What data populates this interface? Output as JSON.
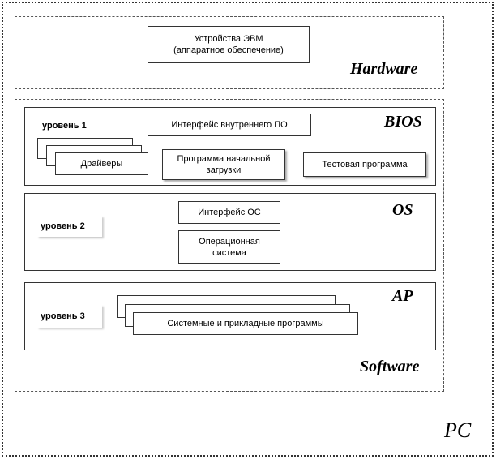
{
  "pc_label": "PC",
  "hardware": {
    "title": "Hardware",
    "device_box": "Устройства ЭВМ\n(аппаратное обеспечение)"
  },
  "software": {
    "title": "Software",
    "bios": {
      "title": "BIOS",
      "level_label": "уровень 1",
      "interface_box": "Интерфейс внутреннего ПО",
      "drivers_box": "Драйверы",
      "boot_box": "Программа начальной\nзагрузки",
      "test_box": "Тестовая программа"
    },
    "os": {
      "title": "OS",
      "level_label": "уровень 2",
      "interface_box": "Интерфейс ОС",
      "system_box": "Операционная\nсистема"
    },
    "ap": {
      "title": "AP",
      "level_label": "уровень 3",
      "programs_box": "Системные и прикладные программы"
    }
  }
}
